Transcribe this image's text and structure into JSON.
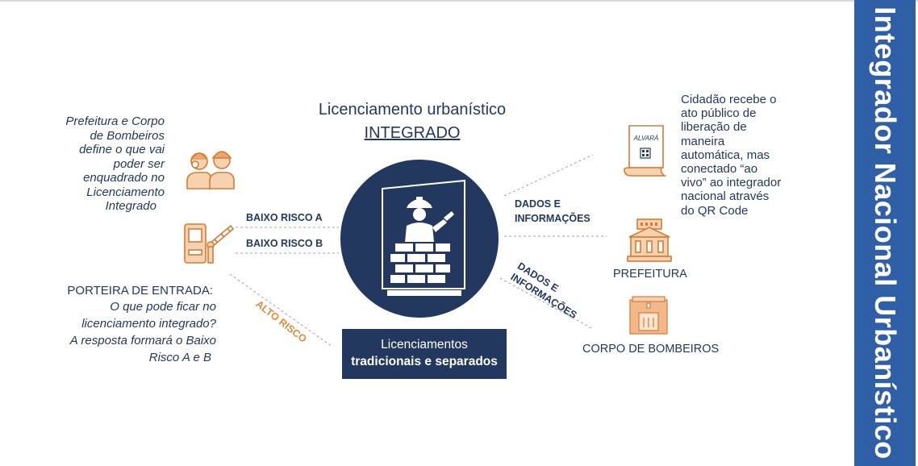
{
  "banner": {
    "text": "Integrador Nacional Urbanístico"
  },
  "title": {
    "line1": "Licenciamento urbanístico",
    "line2": "INTEGRADO"
  },
  "note_left": [
    "Prefeitura e Corpo",
    "de Bombeiros",
    "define o que vai",
    "poder ser",
    "enquadrado no",
    "Licenciamento",
    "Integrado"
  ],
  "porteira": {
    "title": "PORTEIRA DE ENTRADA:",
    "lines": [
      "O que pode ficar no",
      "licenciamento integrado?",
      "A resposta formará o Baixo",
      "Risco A e B"
    ]
  },
  "labels": {
    "baixo_a": "BAIXO RISCO A",
    "baixo_b": "BAIXO RISCO B",
    "alto": "ALTO RISCO",
    "dados_1": "DADOS E",
    "informacoes_1": "INFORMAÇÕES",
    "dados_2": "DADOS E",
    "informacoes_2": "INFORMAÇÕES"
  },
  "box_tradicionais": {
    "line1": "Licenciamentos",
    "line2": "tradicionais e separados"
  },
  "note_right": [
    "Cidadão recebe o",
    "ato público de",
    "liberação de",
    "maneira",
    "automática, mas",
    "conectado “ao",
    "vivo” ao integrador",
    "nacional através",
    "do QR Code"
  ],
  "alvara_label": "ALVARÁ",
  "prefeitura": "PREFEITURA",
  "bombeiros": "CORPO DE BOMBEIROS",
  "colors": {
    "navy": "#22385e",
    "banner": "#2f5fa7",
    "orange": "#e08a3c",
    "orange_light": "#f6d3b0"
  },
  "icons": [
    "officials-icon",
    "gate-icon",
    "worker-wall-icon",
    "alvara-document-icon",
    "city-hall-icon",
    "fire-station-icon"
  ]
}
